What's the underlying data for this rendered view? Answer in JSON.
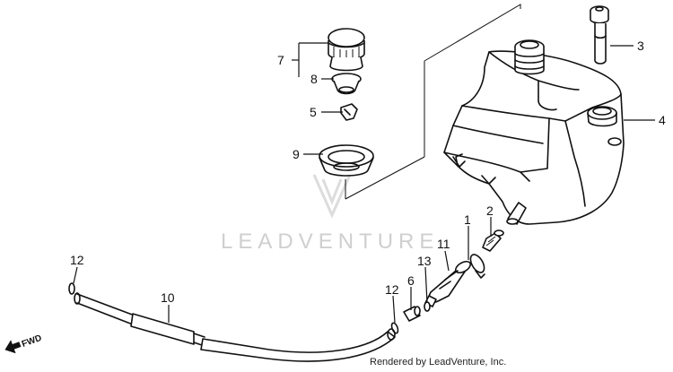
{
  "watermark": "LEADVENTURE",
  "credit": "Rendered by LeadVenture, Inc.",
  "fwd_label": "FWD",
  "callouts": {
    "c1": "1",
    "c2": "2",
    "c3": "3",
    "c4": "4",
    "c5": "5",
    "c6": "6",
    "c7": "7",
    "c8": "8",
    "c9": "9",
    "c10": "10",
    "c11": "11",
    "c12a": "12",
    "c12b": "12",
    "c13": "13"
  }
}
